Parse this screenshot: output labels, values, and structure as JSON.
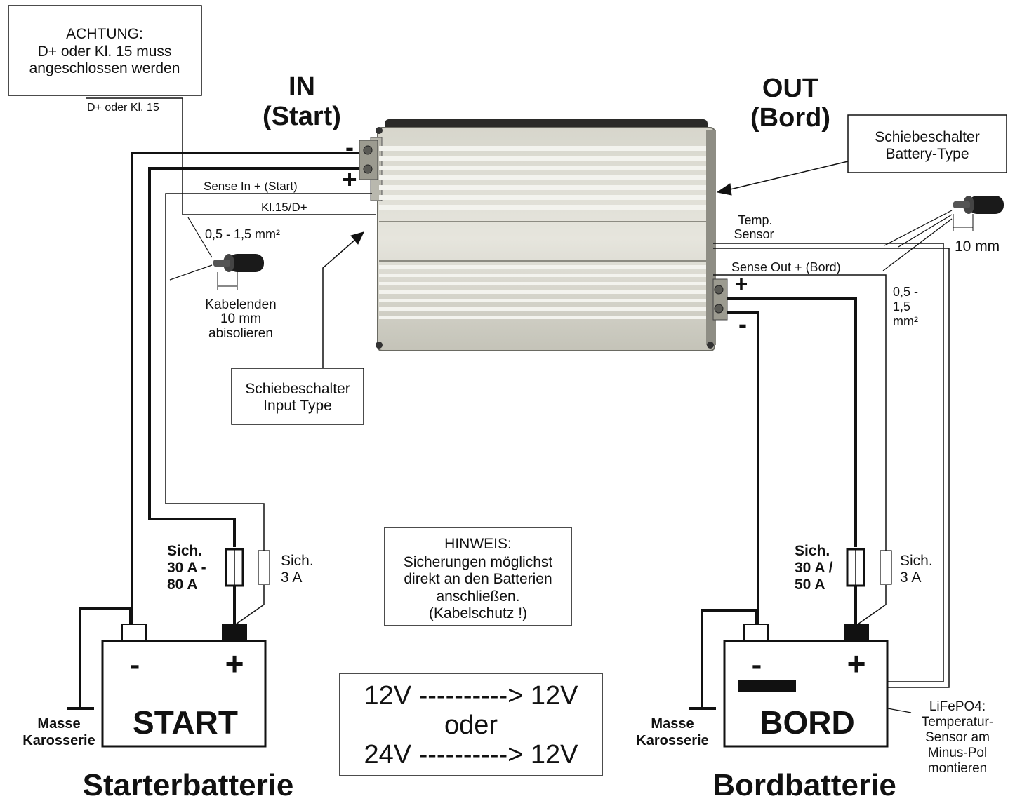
{
  "warning_box": {
    "line1": "ACHTUNG:",
    "line2": "D+ oder Kl. 15 muss",
    "line3": "angeschlossen werden"
  },
  "labels": {
    "d_plus_kl15": "D+ oder Kl. 15",
    "in_title": "IN",
    "in_sub": "(Start)",
    "out_title": "OUT",
    "out_sub": "(Bord)",
    "sense_in": "Sense In + (Start)",
    "kl15_dplus": "Kl.15/D+",
    "wire_gauge_left": "0,5 - 1,5 mm²",
    "cable_end_1": "Kabelenden",
    "cable_end_2": "10 mm",
    "cable_end_3": "abisolieren",
    "temp_sensor_1": "Temp.",
    "temp_sensor_2": "Sensor",
    "sense_out": "Sense Out + (Bord)",
    "wire_gauge_right_1": "0,5 -",
    "wire_gauge_right_2": "1,5",
    "wire_gauge_right_3": "mm²",
    "strip_length_right": "10 mm",
    "fuse_left_big_1": "Sich.",
    "fuse_left_big_2": "30 A -",
    "fuse_left_big_3": "80 A",
    "fuse_left_small_1": "Sich.",
    "fuse_left_small_2": "3 A",
    "fuse_right_big_1": "Sich.",
    "fuse_right_big_2": "30 A /",
    "fuse_right_big_3": "50 A",
    "fuse_right_small_1": "Sich.",
    "fuse_right_small_2": "3 A",
    "ground_left_1": "Masse",
    "ground_left_2": "Karosserie",
    "ground_right_1": "Masse",
    "ground_right_2": "Karosserie",
    "lifepo4_1": "LiFePO4:",
    "lifepo4_2": "Temperatur-",
    "lifepo4_3": "Sensor am",
    "lifepo4_4": "Minus-Pol",
    "lifepo4_5": "montieren",
    "starter_battery_caption": "Starterbatterie",
    "board_battery_caption": "Bordbatterie"
  },
  "battery_type_box": {
    "line1": "Schiebeschalter",
    "line2": "Battery-Type"
  },
  "input_type_box": {
    "line1": "Schiebeschalter",
    "line2": "Input Type"
  },
  "hint_box": {
    "line1": "HINWEIS:",
    "line2": "Sicherungen möglichst",
    "line3": "direkt an den Batterien",
    "line4": "anschließen.",
    "line5": "(Kabelschutz !)"
  },
  "voltage_box": {
    "line1": "12V ----------> 12V",
    "line2": "oder",
    "line3": "24V ----------> 12V"
  },
  "start_battery": {
    "minus": "-",
    "plus": "+",
    "name": "START"
  },
  "board_battery": {
    "minus": "-",
    "plus": "+",
    "name": "BORD"
  },
  "device_terminals": {
    "in_minus": "-",
    "in_plus": "+",
    "out_plus": "+",
    "out_minus": "-"
  },
  "colors": {
    "wire": "#111111",
    "device_body": "#c9c9c0",
    "device_stripe": "#ecece6"
  }
}
